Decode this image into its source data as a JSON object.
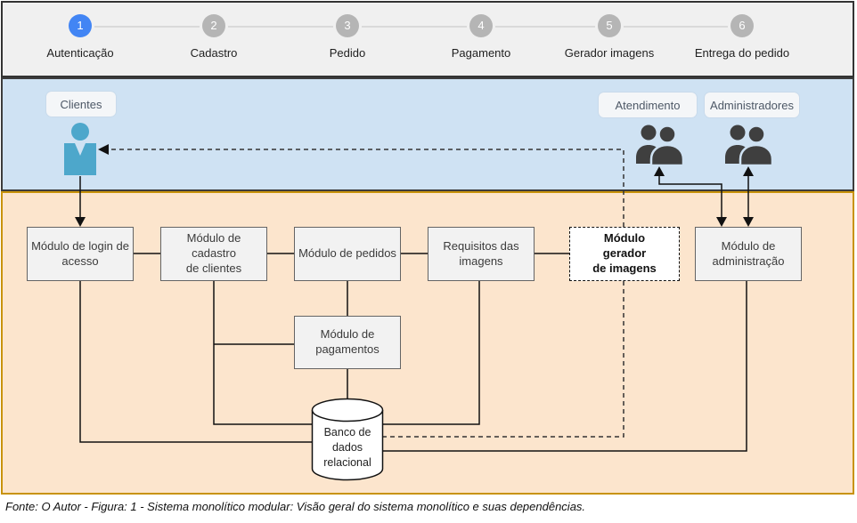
{
  "stepper": {
    "steps": [
      {
        "num": "1",
        "label": "Autenticação",
        "active": true
      },
      {
        "num": "2",
        "label": "Cadastro",
        "active": false
      },
      {
        "num": "3",
        "label": "Pedido",
        "active": false
      },
      {
        "num": "4",
        "label": "Pagamento",
        "active": false
      },
      {
        "num": "5",
        "label": "Gerador imagens",
        "active": false
      },
      {
        "num": "6",
        "label": "Entrega do pedido",
        "active": false
      }
    ]
  },
  "actors": {
    "clientes": {
      "label": "Clientes"
    },
    "atendimento": {
      "label": "Atendimento"
    },
    "administradores": {
      "label": "Administradores"
    }
  },
  "modules": {
    "login": {
      "label": "Módulo de login de\nacesso"
    },
    "cadastro": {
      "label": "Módulo de cadastro\nde clientes"
    },
    "pedidos": {
      "label": "Módulo de pedidos"
    },
    "requisitos": {
      "label": "Requisitos das\nimagens"
    },
    "gerador": {
      "label": "Módulo\ngerador\nde imagens"
    },
    "administracao": {
      "label": "Módulo de\nadministração"
    },
    "pagamentos": {
      "label": "Módulo de\npagamentos"
    }
  },
  "database": {
    "label": "Banco de\ndados\nrelacional"
  },
  "caption": "Fonte: O Autor - Figura: 1 - Sistema monolítico modular: Visão geral do sistema monolítico e suas dependências.",
  "colors": {
    "step_active": "#4285f4",
    "step_inactive": "#b5b5b5",
    "actors_band": "#cfe2f3",
    "modules_band": "#fce5cd",
    "modules_band_border": "#c8930a",
    "clientes_icon": "#4da7cb",
    "staff_icon": "#3f3f3f",
    "node_fill": "#f2f2f2"
  }
}
